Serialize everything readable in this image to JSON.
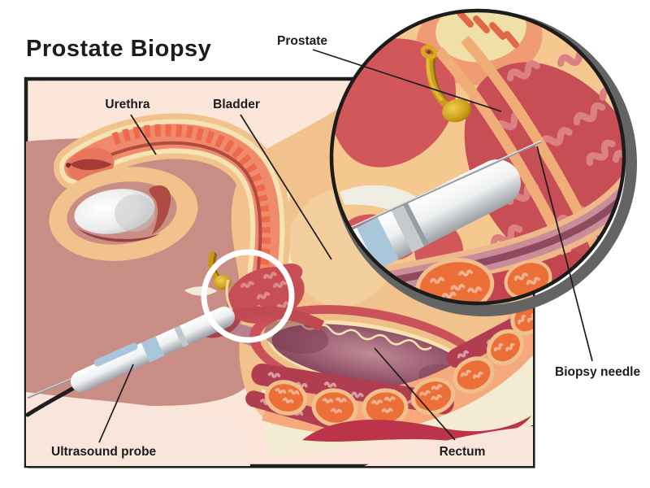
{
  "title": "Prostate Biopsy",
  "labels": {
    "urethra": "Urethra",
    "bladder": "Bladder",
    "prostate": "Prostate",
    "biopsy_needle": "Biopsy needle",
    "ultrasound_probe": "Ultrasound probe",
    "rectum": "Rectum"
  },
  "colors": {
    "page_background": "#ffffff",
    "panel_background": "#fce5d9",
    "panel_border": "#1c1c1b",
    "skin_mauve": "#c88e85",
    "flesh_tan": "#f1c28b",
    "inset_background": "#f5c88f",
    "organ_red": "#d2575a",
    "prostate_red": "#c84e55",
    "rectum_mauve": "#b9808d",
    "vertebra_orange": "#ec6f38",
    "gold": "#c9991a",
    "probe_blue_band": "#a9c6db",
    "label_text": "#1c1c1b"
  }
}
